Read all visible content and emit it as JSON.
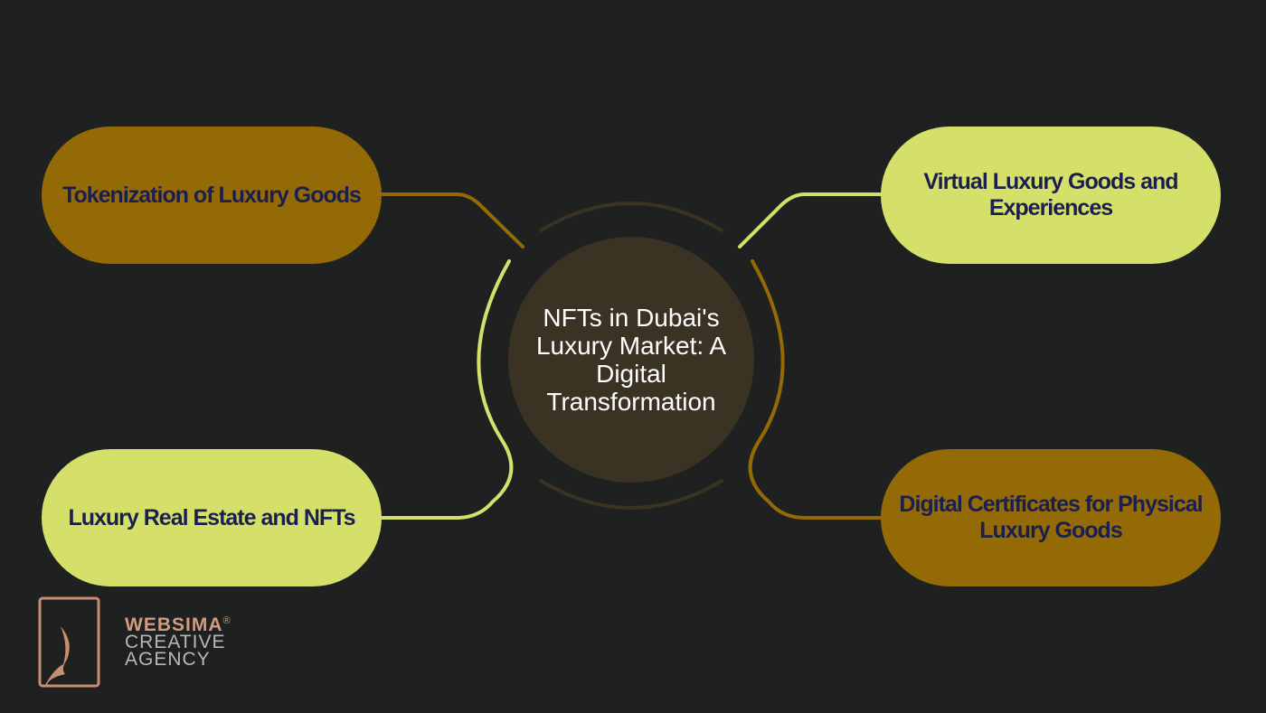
{
  "center": {
    "title": "NFTs in Dubai's Luxury Market: A Digital Transformation"
  },
  "nodes": [
    {
      "label": "Tokenization of Luxury Goods"
    },
    {
      "label": "Virtual Luxury Goods and Experiences"
    },
    {
      "label": "Luxury Real Estate and NFTs"
    },
    {
      "label": "Digital Certificates for Physical Luxury Goods"
    }
  ],
  "logo": {
    "line1": "WEBSIMA",
    "reg": "®",
    "line2": "CREATIVE",
    "line3": "AGENCY"
  },
  "colors": {
    "background": "#1e2120",
    "gold": "#946a07",
    "lime": "#d4e06a",
    "center": "#3a3223",
    "text": "#1b1f4d"
  }
}
